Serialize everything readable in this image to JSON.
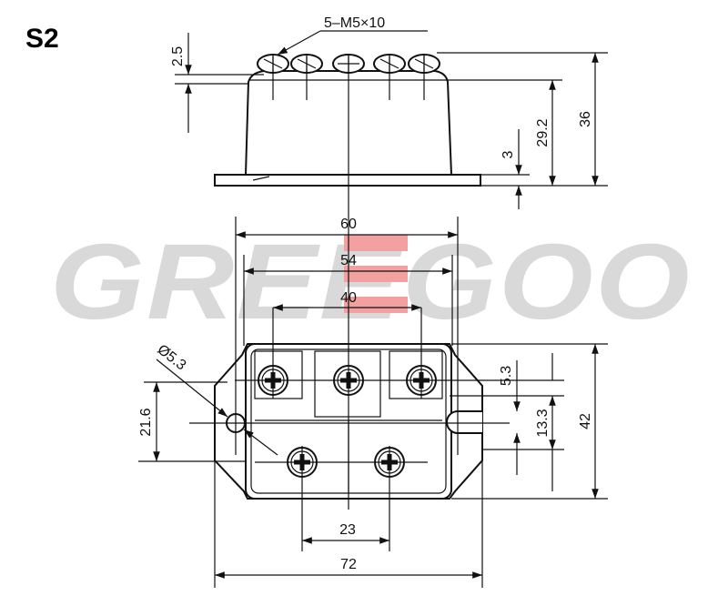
{
  "title": "S2",
  "watermark": "GREEGOO",
  "accent_color": "#e83a3a",
  "watermark_color": "#d9d9d9",
  "screw_note": "5–M5×10",
  "hole_note": "Ø5.3",
  "dimensions": {
    "top_gap": "2.5",
    "side_height": "29.2",
    "total_height": "36",
    "base_thickness": "3",
    "width_60": "60",
    "width_54": "54",
    "width_40": "40",
    "height_21_6": "21.6",
    "offset_5_3": "5.3",
    "offset_13_3": "13.3",
    "total_depth": "42",
    "pitch_23": "23",
    "total_width": "72"
  }
}
